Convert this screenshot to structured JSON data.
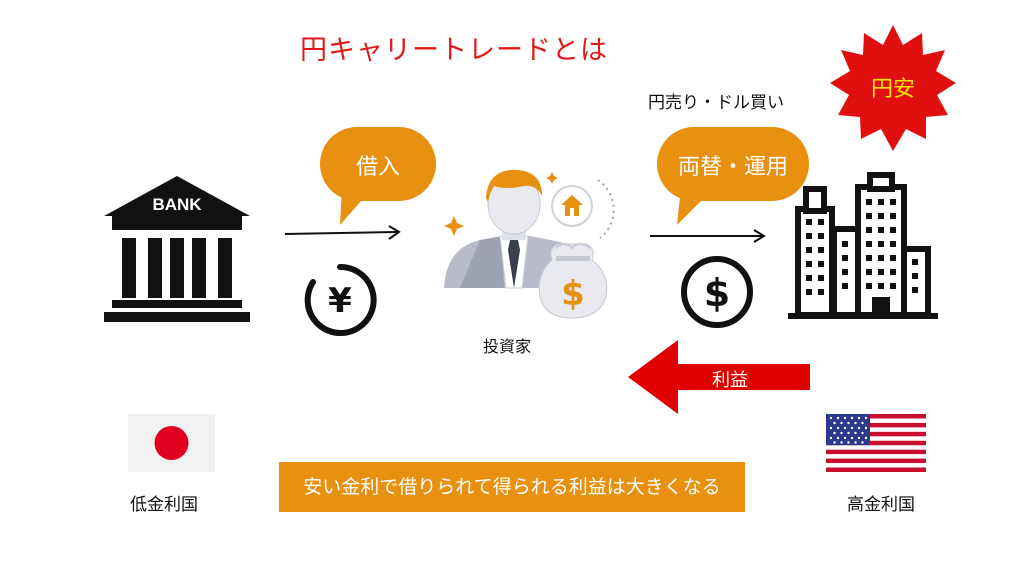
{
  "title": "円キャリートレードとは",
  "sell_buy_label": "円売り・ドル買い",
  "yen_weak_label": "円安",
  "bubbles": {
    "borrow": "借入",
    "exchange": "両替・運用"
  },
  "bank_label": "BANK",
  "investor_label": "投資家",
  "profit_label": "利益",
  "banner_text": "安い金利で借りられて得られる利益は大きくなる",
  "low_rate_label": "低金利国",
  "high_rate_label": "高金利国",
  "colors": {
    "title": "#e01818",
    "bubble": "#e8900f",
    "banner": "#e8900f",
    "burst": "#e01010",
    "burst_text": "#ffe600",
    "profit_arrow": "#e00000"
  }
}
